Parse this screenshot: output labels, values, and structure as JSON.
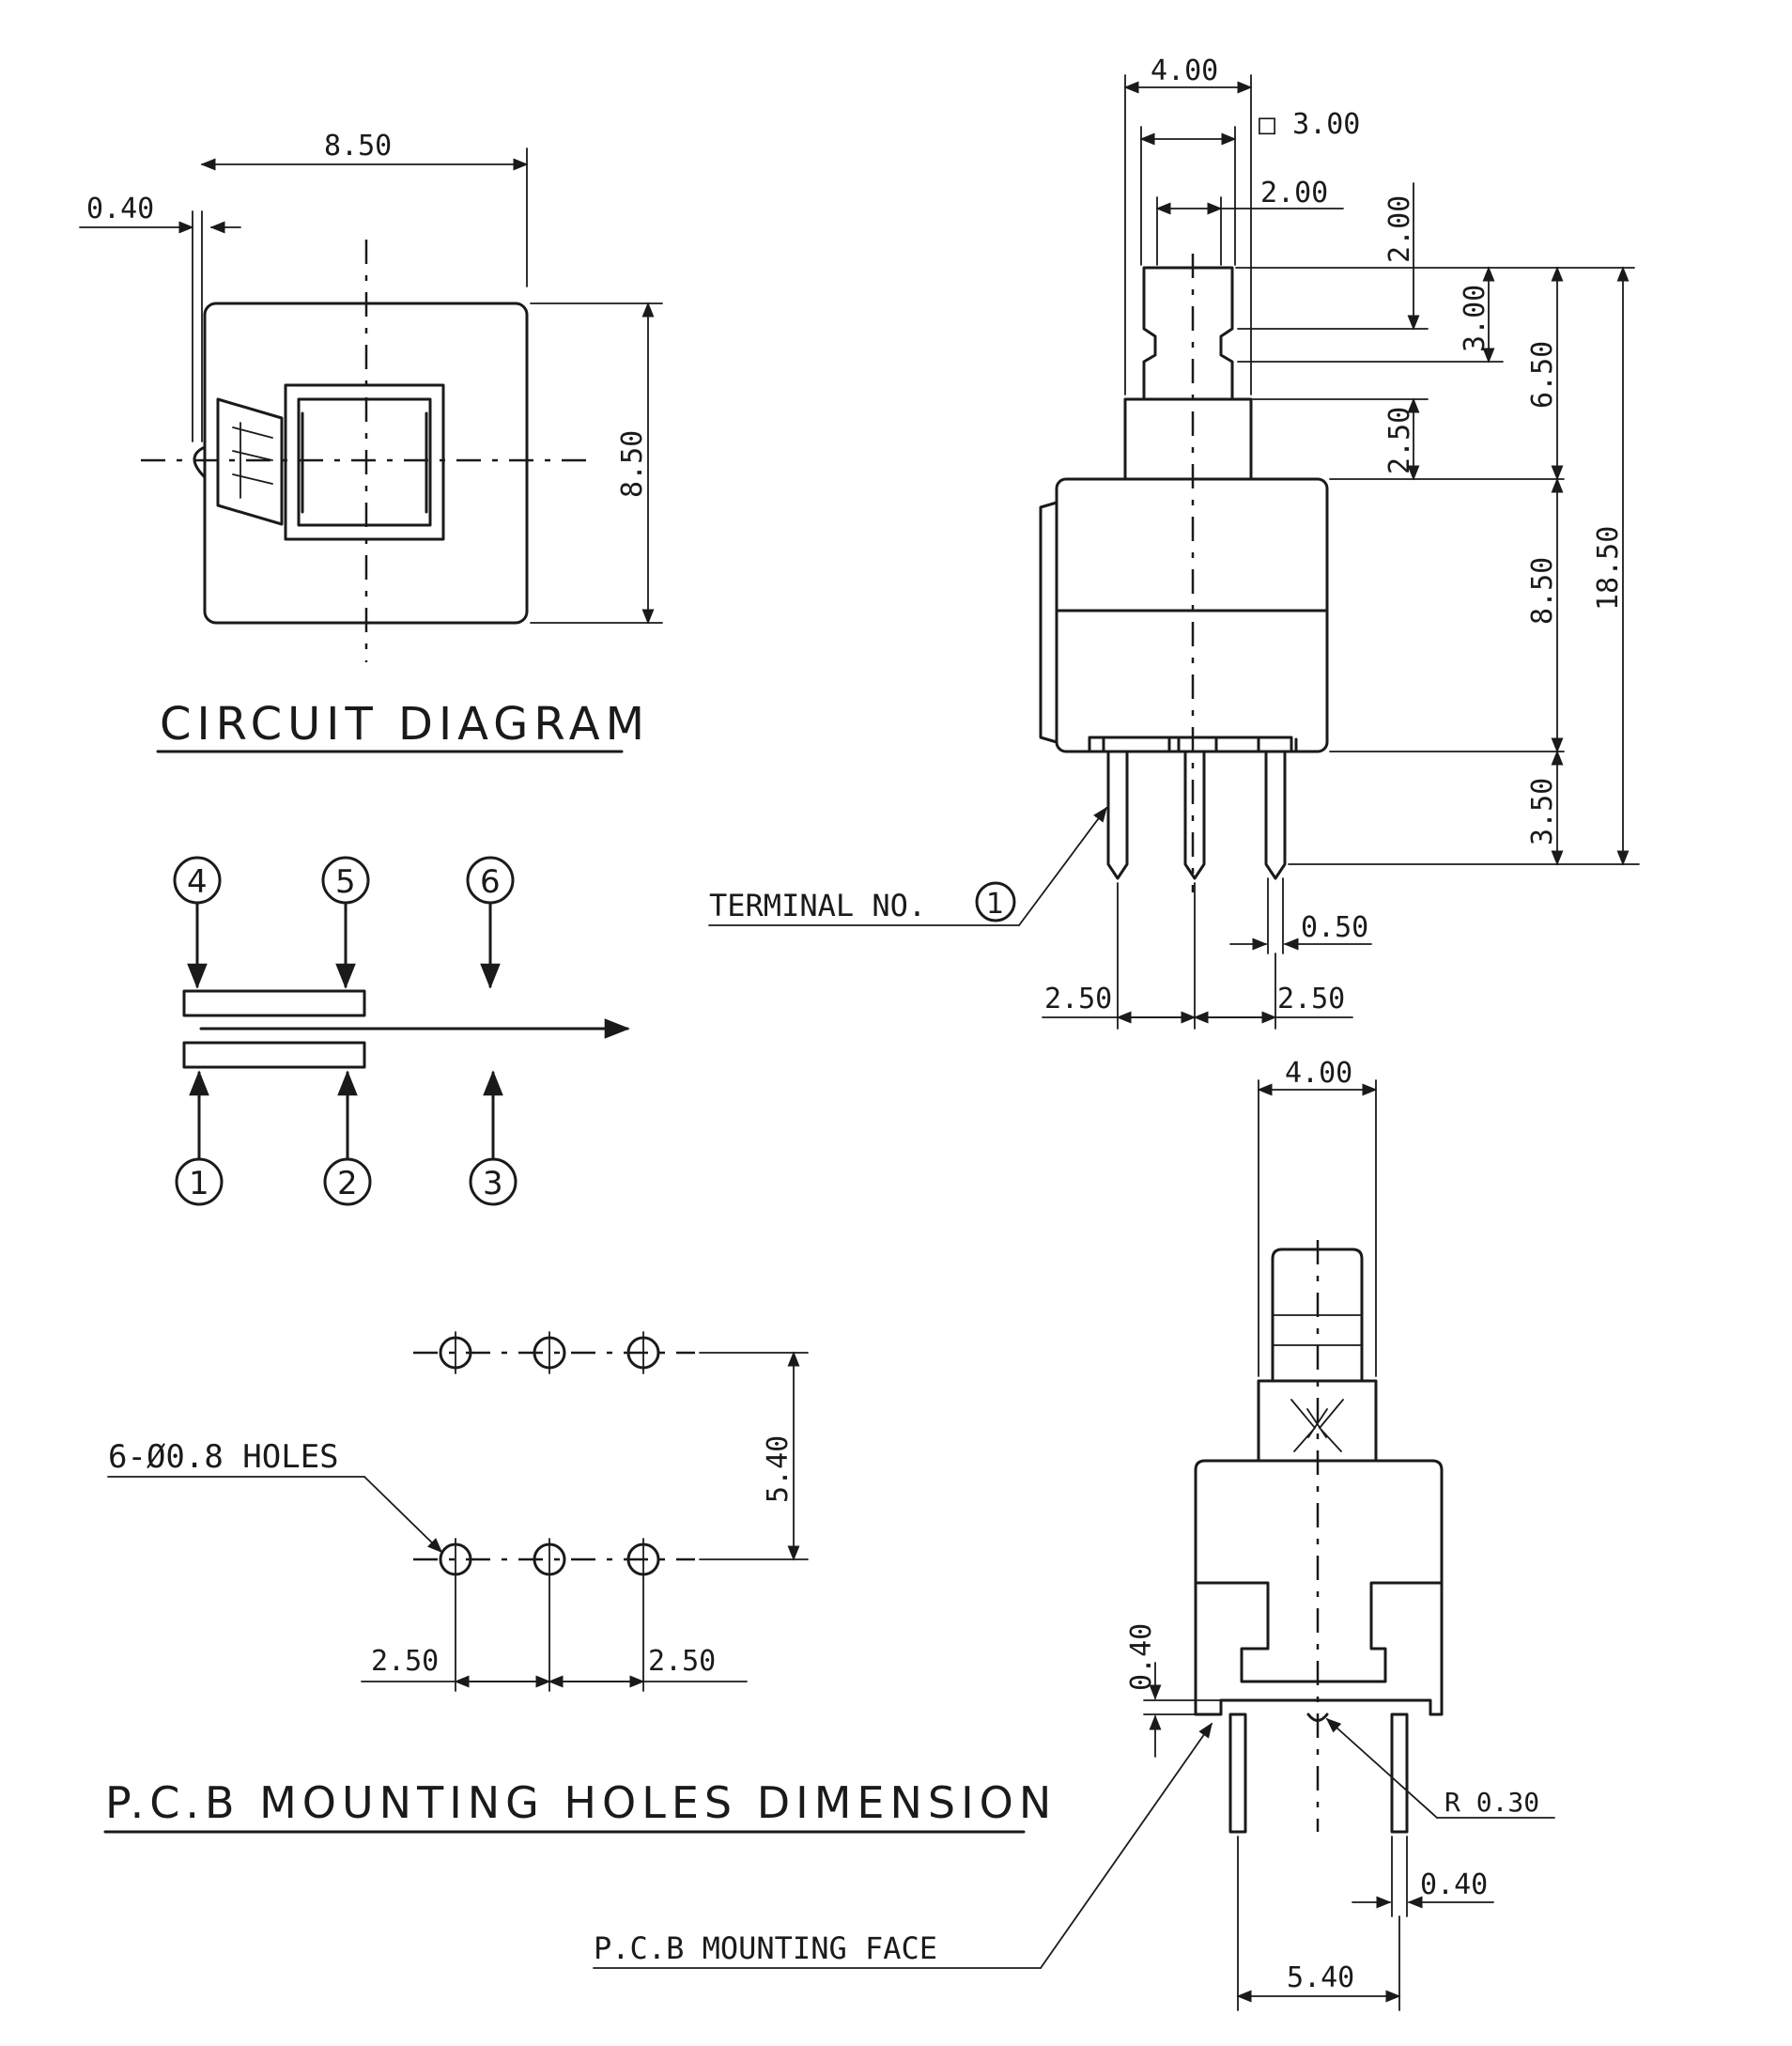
{
  "titles": {
    "circuit": "CIRCUIT DIAGRAM",
    "pcb": "P.C.B MOUNTING HOLES DIMENSION"
  },
  "labels": {
    "terminal": "TERMINAL NO.",
    "holes": "6-Ø0.8 HOLES",
    "pcb_face": "P.C.B MOUNTING FACE",
    "radius": "R 0.30"
  },
  "terminals": [
    "1",
    "2",
    "3",
    "4",
    "5",
    "6"
  ],
  "top_view": {
    "width": "8.50",
    "height": "8.50",
    "offset": "0.40"
  },
  "side_view": {
    "cap_width": "4.00",
    "square": "□ 3.00",
    "stem_width": "2.00",
    "d_2_00": "2.00",
    "d_3_00": "3.00",
    "d_2_50": "2.50",
    "d_6_50": "6.50",
    "d_8_50": "8.50",
    "d_18_50": "18.50",
    "d_3_50": "3.50",
    "pin_width": "0.50",
    "pitch_left": "2.50",
    "pitch_right": "2.50"
  },
  "pcb": {
    "row_spacing": "5.40",
    "pitch_left": "2.50",
    "pitch_right": "2.50"
  },
  "front_view": {
    "cap_width": "4.00",
    "standoff": "0.40",
    "pin_span": "5.40",
    "pin_width": "0.40"
  }
}
